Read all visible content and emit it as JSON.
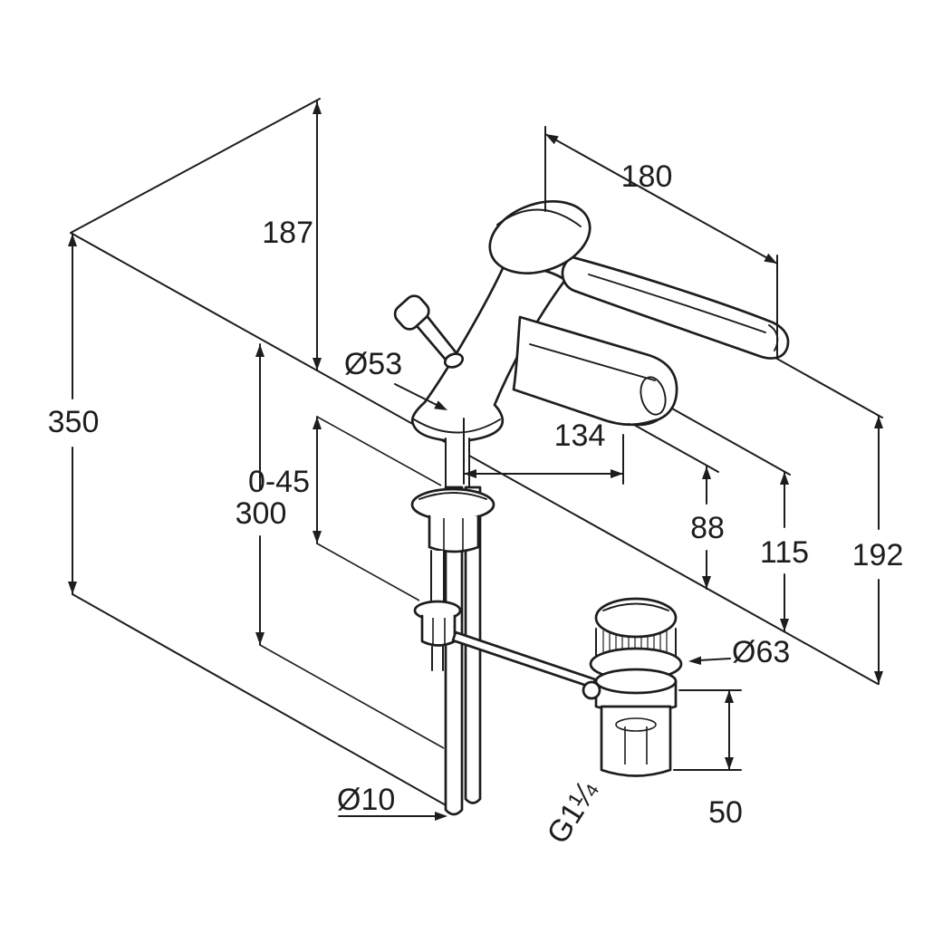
{
  "dimensions": {
    "height_above_deck": "187",
    "lever_projection": "180",
    "overall_height": "350",
    "supply_length": "300",
    "deck_thickness": "0-45",
    "base_diameter": "Ø53",
    "spout_projection": "134",
    "outlet_clearance": "88",
    "spout_outlet_height": "115",
    "lever_tip_height": "192",
    "waste_flange_diameter": "Ø63",
    "supply_pipe_diameter": "Ø10",
    "waste_thread": "G1¼",
    "waste_tail_length": "50"
  }
}
